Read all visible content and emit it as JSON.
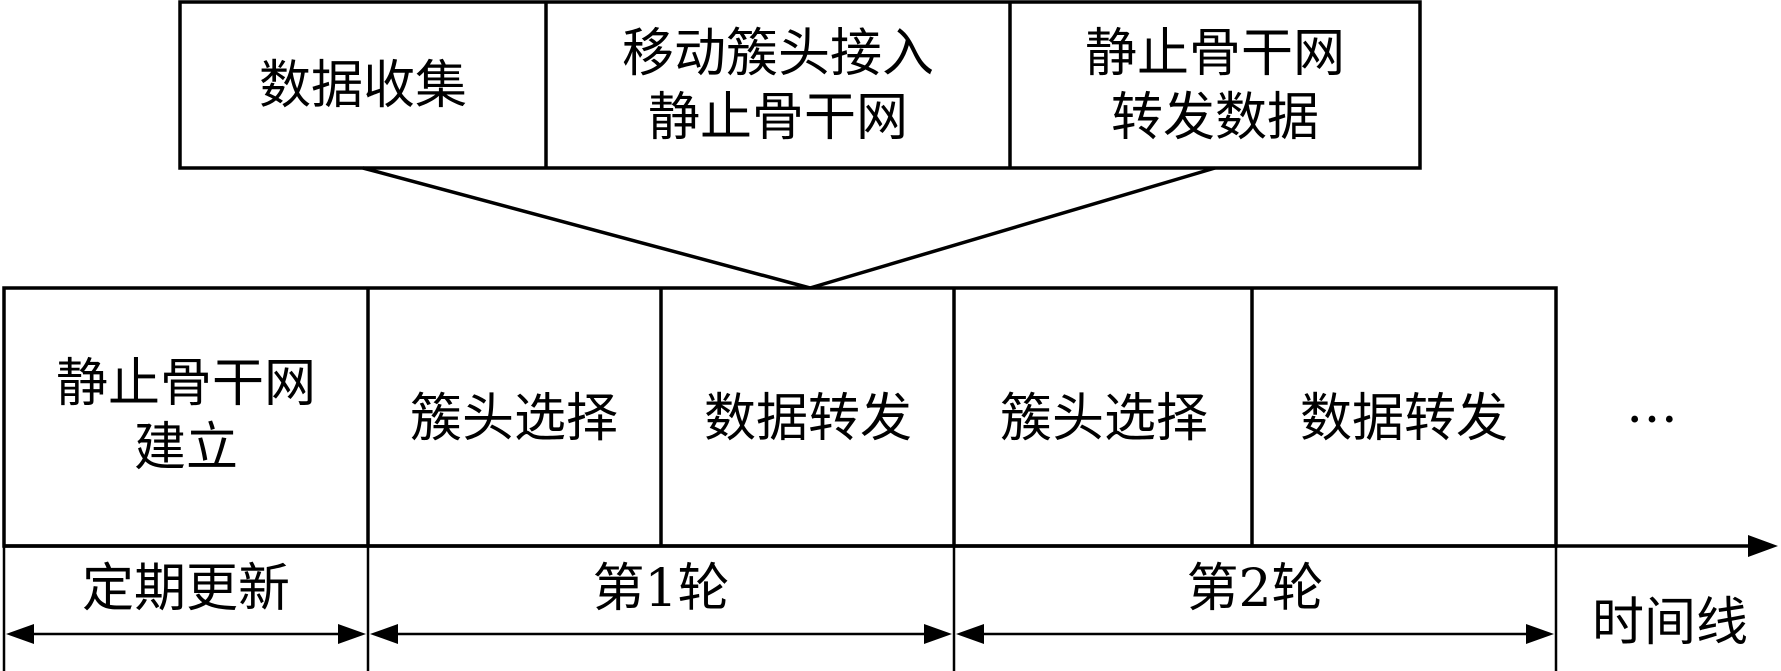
{
  "top_phase_boxes": [
    {
      "lines": [
        "数据收集"
      ]
    },
    {
      "lines": [
        "移动簇头接入",
        "静止骨干网"
      ]
    },
    {
      "lines": [
        "静止骨干网",
        "转发数据"
      ]
    }
  ],
  "timeline_boxes": [
    {
      "lines": [
        "静止骨干网",
        "建立"
      ]
    },
    {
      "lines": [
        "簇头选择"
      ]
    },
    {
      "lines": [
        "数据转发"
      ]
    },
    {
      "lines": [
        "簇头选择"
      ]
    },
    {
      "lines": [
        "数据转发"
      ]
    }
  ],
  "ellipsis": "…",
  "intervals": [
    {
      "label": "定期更新"
    },
    {
      "label": "第1轮"
    },
    {
      "label": "第2轮"
    }
  ],
  "axis_label": "时间线"
}
